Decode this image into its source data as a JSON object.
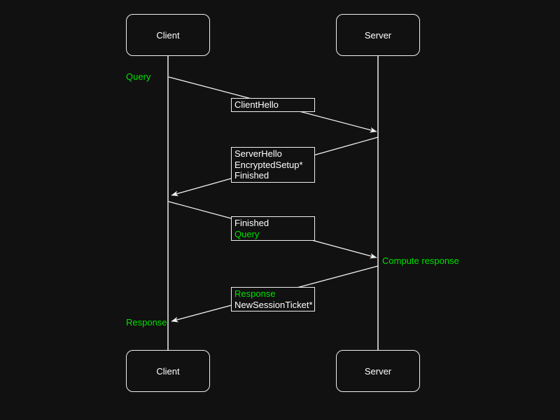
{
  "colors": {
    "background": "#111111",
    "line": "#f0f0f0",
    "text": "#ffffff",
    "green": "#00e000"
  },
  "actors": {
    "client_top": "Client",
    "server_top": "Server",
    "client_bottom": "Client",
    "server_bottom": "Server"
  },
  "annotations": {
    "query": "Query",
    "compute_response": "Compute response",
    "response": "Response"
  },
  "messages": {
    "client_hello": {
      "line1": "ClientHello"
    },
    "server_hello": {
      "line1": "ServerHello",
      "line2": "EncryptedSetup*",
      "line3": "Finished"
    },
    "finished_query": {
      "line1": "Finished",
      "line2": "Query"
    },
    "response_ticket": {
      "line1": "Response",
      "line2": "NewSessionTicket*"
    }
  }
}
